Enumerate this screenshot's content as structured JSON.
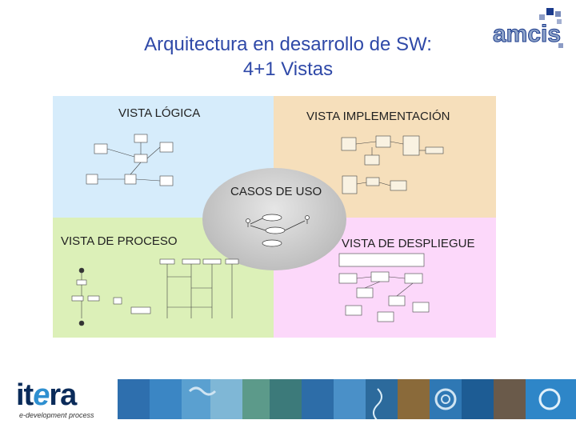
{
  "title_line1": "Arquitectura en desarrollo de SW:",
  "title_line2": "4+1 Vistas",
  "views": {
    "logical": "VISTA LÓGICA",
    "implementation": "VISTA IMPLEMENTACIÓN",
    "use_cases": "CASOS DE USO",
    "process": "VISTA DE PROCESO",
    "deployment": "VISTA DE DESPLIEGUE"
  },
  "logo_right": "amcis",
  "logo_left": {
    "name_prefix": "it",
    "name_mid": "e",
    "name_suffix": "ra",
    "tagline": "e-development process"
  },
  "colors": {
    "title": "#2f49a8",
    "logical_bg": "#d6ecfb",
    "implementation_bg": "#f6dfbb",
    "process_bg": "#dcf0b8",
    "deployment_bg": "#fcd8fa",
    "use_cases_bg": "#c8c8c8",
    "logo_dark": "#0a2b5a",
    "amcis_squares": "#1a3a8c"
  }
}
